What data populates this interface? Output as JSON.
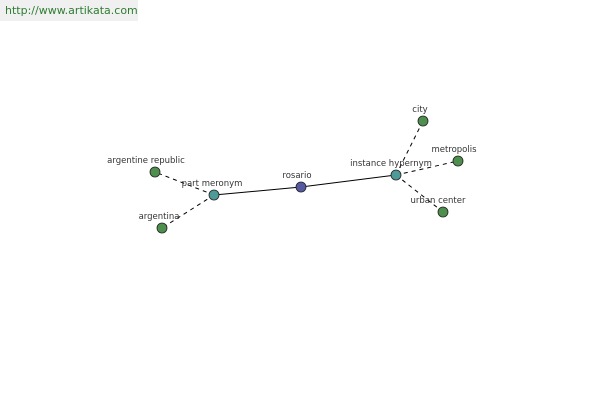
{
  "source_link": "http://www.artikata.com",
  "colors": {
    "center": "#555aa0",
    "relation": "#4e9a98",
    "leaf": "#4e8f4e"
  },
  "graph": {
    "center": {
      "id": "rosario",
      "label": "rosario"
    },
    "relations": [
      {
        "id": "part-meronym",
        "label": "part meronym"
      },
      {
        "id": "instance-hypernym",
        "label": "instance hypernym"
      }
    ],
    "leaves": [
      {
        "id": "argentine-republic",
        "label": "argentine republic",
        "relation": "part-meronym"
      },
      {
        "id": "argentina",
        "label": "argentina",
        "relation": "part-meronym"
      },
      {
        "id": "city",
        "label": "city",
        "relation": "instance-hypernym"
      },
      {
        "id": "metropolis",
        "label": "metropolis",
        "relation": "instance-hypernym"
      },
      {
        "id": "urban-center",
        "label": "urban center",
        "relation": "instance-hypernym"
      }
    ]
  }
}
